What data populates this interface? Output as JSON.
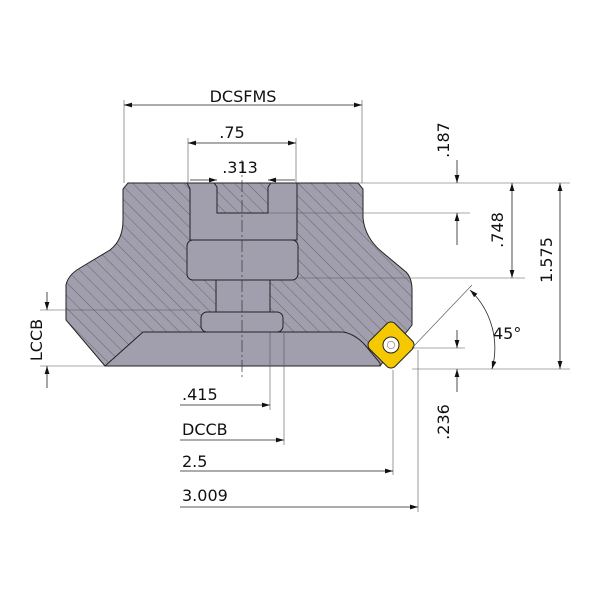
{
  "labels": {
    "dcsfms": "DCSFMS",
    "bore": ".75",
    "keyway": ".313",
    "d187": ".187",
    "d748": ".748",
    "d1575": "1.575",
    "lccb": "LCCB",
    "angle": "45°",
    "d236": ".236",
    "d415": ".415",
    "dccb": "DCCB",
    "d25": "2.5",
    "d3009": "3.009"
  },
  "colors": {
    "body": "#a19fae",
    "insert": "#f5c800",
    "outline": "#222222"
  }
}
